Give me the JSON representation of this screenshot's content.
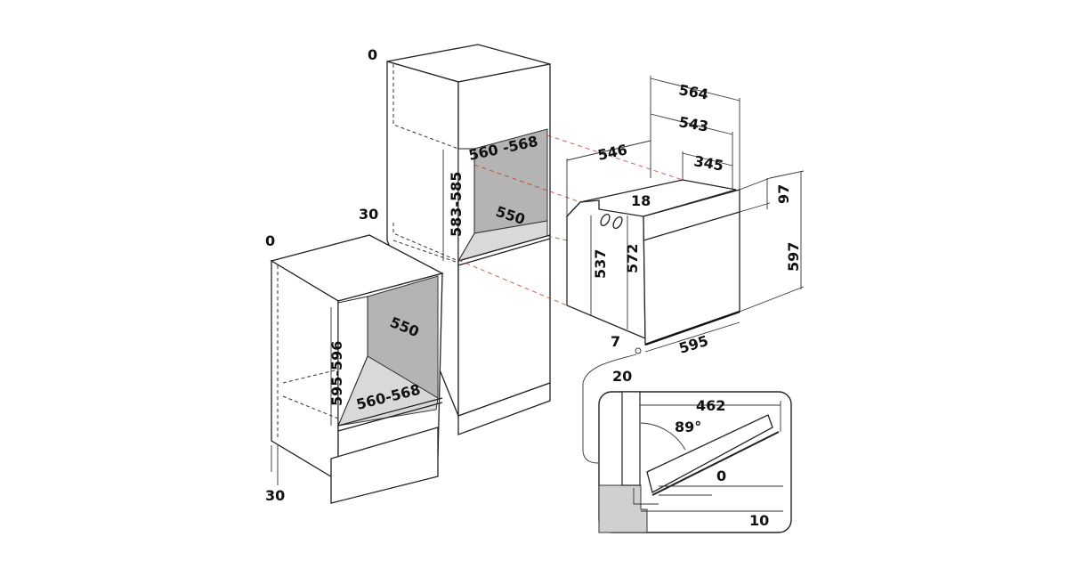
{
  "tall_cabinet": {
    "top_gap": "0",
    "side_gap": "30",
    "opening_width": "560 -568",
    "opening_height": "583-585",
    "opening_depth": "550"
  },
  "base_cabinet": {
    "top_gap": "0",
    "bottom_gap": "30",
    "opening_depth": "550",
    "opening_height": "595-596",
    "opening_width": "560-568"
  },
  "oven": {
    "depth_overall": "564",
    "depth_body": "543",
    "body_width": "546",
    "top_depth": "345",
    "top_offset": "18",
    "panel_height": "97",
    "body_height_rear": "537",
    "body_height_front": "572",
    "front_height": "597",
    "bottom_offset": "7",
    "front_width": "595",
    "front_protrusion": "20"
  },
  "door_detail": {
    "door_reach": "462",
    "opening_angle": "89°",
    "clearance_top": "0",
    "clearance_bottom": "10"
  }
}
